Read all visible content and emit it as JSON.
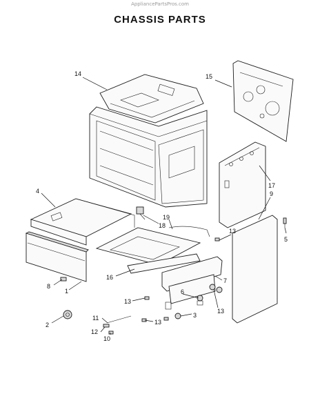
{
  "watermark": "AppliancePartsPros.com",
  "title": "CHASSIS PARTS",
  "labels": {
    "p14": "14",
    "p15": "15",
    "p17": "17",
    "p9": "9",
    "p4": "4",
    "p19": "19",
    "p18": "18",
    "p13a": "13",
    "p5": "5",
    "p16": "16",
    "p7": "7",
    "p8": "8",
    "p1": "1",
    "p13b": "13",
    "p6": "6",
    "p3": "3",
    "p13c": "13",
    "p2": "2",
    "p11": "11",
    "p12": "12",
    "p10": "10",
    "p13d": "13"
  },
  "colors": {
    "line": "#1a1a1a",
    "fill": "#fafafa",
    "shade": "#d9d9d9"
  }
}
